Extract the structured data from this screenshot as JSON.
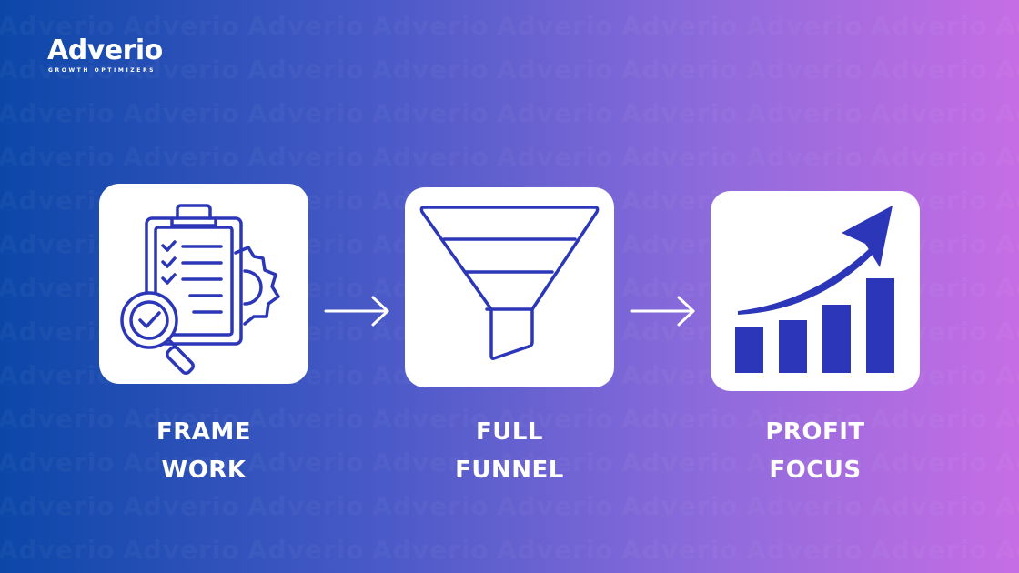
{
  "brand": {
    "name": "Adverio",
    "tagline": "GROWTH OPTIMIZERS",
    "watermark_text": "Adverio"
  },
  "colors": {
    "gradient_start": "#0c47a8",
    "gradient_end": "#c66de4",
    "icon_blue": "#2b36b8",
    "card_bg": "#ffffff",
    "text": "#ffffff"
  },
  "steps": [
    {
      "icon": "clipboard-checklist-gear-magnifier-icon",
      "line1": "FRAME",
      "line2": "WORK"
    },
    {
      "icon": "funnel-icon",
      "line1": "FULL",
      "line2": "FUNNEL"
    },
    {
      "icon": "growth-bar-chart-arrow-icon",
      "line1": "PROFIT",
      "line2": "FOCUS"
    }
  ],
  "connectors": [
    "right-arrow-icon",
    "right-arrow-icon"
  ]
}
